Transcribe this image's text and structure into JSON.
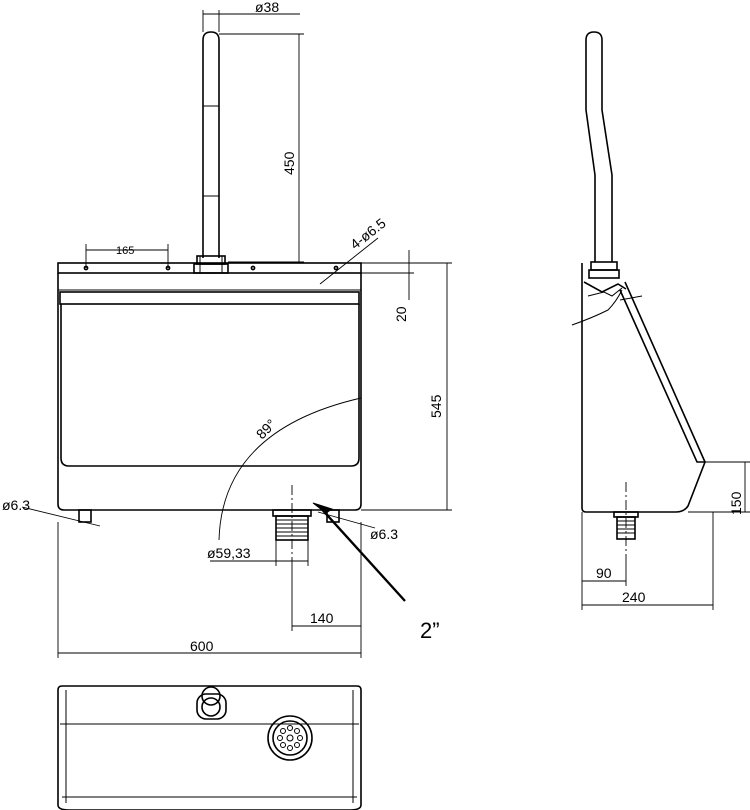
{
  "dimensions": {
    "pipe_diameter": "ø38",
    "pipe_height": "450",
    "hole_spacing": "165",
    "holes": "4-ø6.5",
    "top_offset": "20",
    "body_height": "545",
    "angle": "89°",
    "left_hole": "ø6.3",
    "right_hole": "ø6.3",
    "outlet_diameter": "ø59,33",
    "outlet_offset": "140",
    "total_width": "600",
    "outlet_size": "2”",
    "side_outlet_depth": "90",
    "side_depth": "240",
    "side_bottom_height": "150"
  }
}
